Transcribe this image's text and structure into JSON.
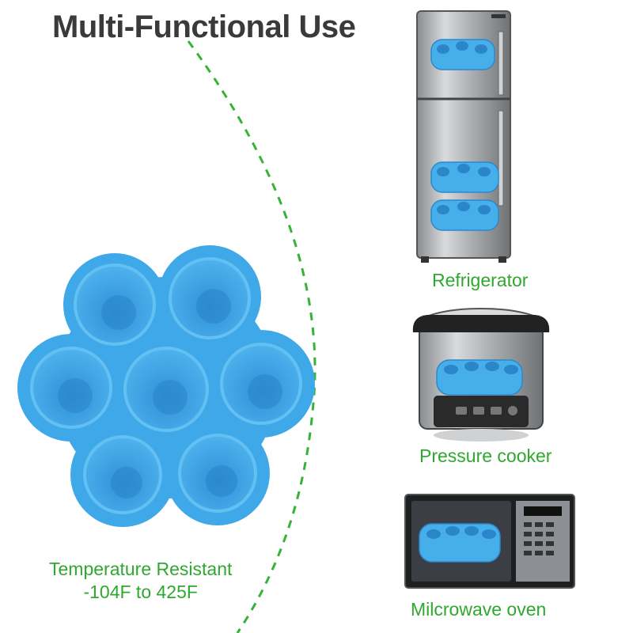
{
  "title": "Multi-Functional Use",
  "uses": [
    {
      "label": "Refrigerator",
      "icon": "refrigerator-icon"
    },
    {
      "label": "Pressure cooker",
      "icon": "pressure-cooker-icon"
    },
    {
      "label": "Milcrowave oven",
      "icon": "microwave-oven-icon"
    }
  ],
  "temperature": {
    "line1": "Temperature Resistant",
    "line2": "-104F to 425F"
  },
  "colors": {
    "mold": "#3ea8e8",
    "accent_green": "#2fa82f",
    "title": "#3a3a3a"
  }
}
